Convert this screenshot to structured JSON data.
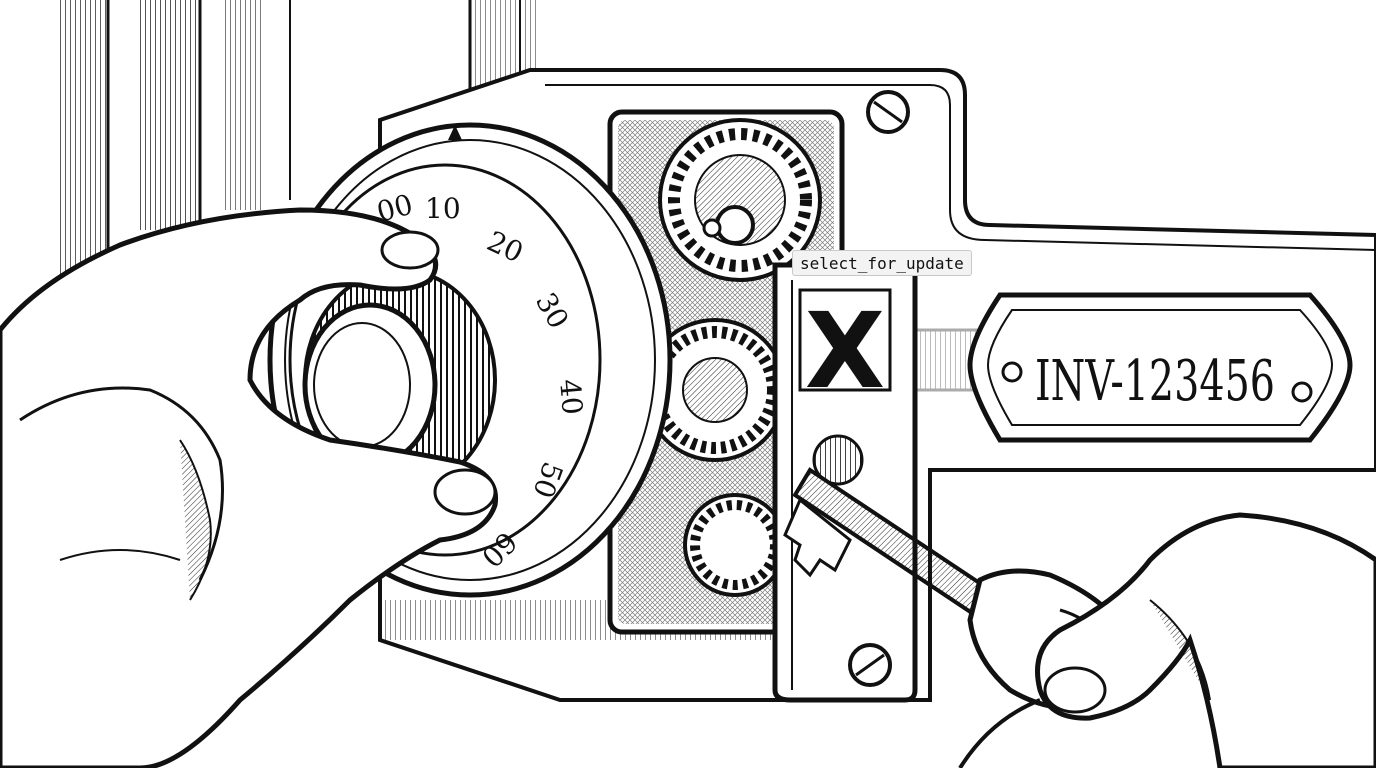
{
  "dial": {
    "numbers": [
      "00",
      "10",
      "20",
      "30",
      "40",
      "50",
      "60"
    ]
  },
  "tag": {
    "text": "INV-123456"
  },
  "lock_plate": {
    "mark": "X"
  },
  "tooltip": {
    "text": "select_for_update"
  },
  "icons": [
    "combination-dial-icon",
    "gear-icon",
    "key-icon",
    "screw-icon",
    "hand-icon"
  ],
  "colors": {
    "ink": "#111111",
    "paper": "#ffffff",
    "tooltip_bg": "#f3f3f3"
  }
}
